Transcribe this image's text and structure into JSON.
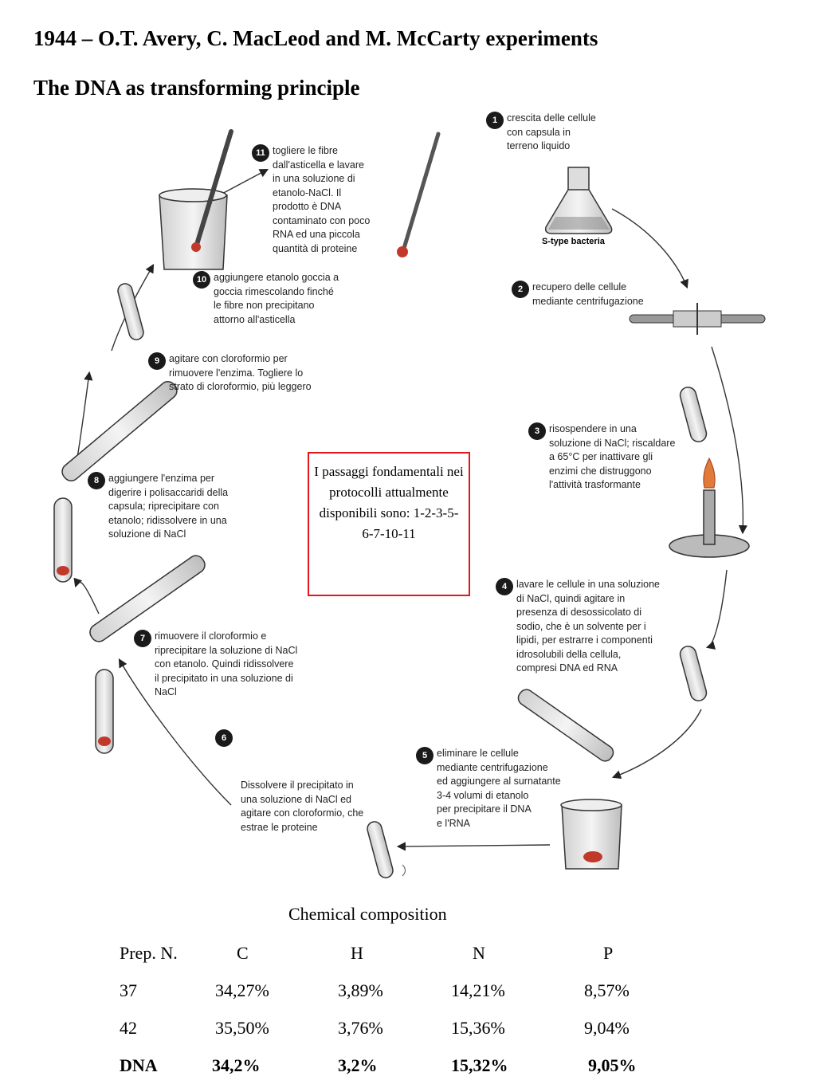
{
  "title_line1": "1944 – O.T. Avery, C. MacLeod and M. McCarty experiments",
  "title_line2": "The DNA as transforming principle",
  "steps": [
    {
      "num": "1",
      "text": "crescita delle cellule\ncon capsula in\nterreno liquido"
    },
    {
      "num": "2",
      "text": "recupero delle cellule\nmediante centrifugazione"
    },
    {
      "num": "3",
      "text": "risospendere in una\nsoluzione di NaCl; riscaldare\na 65°C per inattivare gli\nenzimi che distruggono\nl'attività trasformante"
    },
    {
      "num": "4",
      "text": "lavare le cellule in una soluzione\ndi NaCl, quindi agitare in\npresenza di desossicolato di\nsodio, che è un solvente per i\nlipidi, per estrarre i componenti\nidrosolubili della cellula,\ncompresi DNA ed RNA"
    },
    {
      "num": "5",
      "text": "eliminare le cellule\nmediante centrifugazione\ned aggiungere al surnatante\n3-4 volumi di etanolo\nper precipitare il DNA\ne l'RNA"
    },
    {
      "num": "6",
      "text": "Dissolvere il precipitato in\nuna soluzione di NaCl ed\nagitare con cloroformio, che\nestrae le proteine"
    },
    {
      "num": "7",
      "text": "rimuovere il cloroformio e\nriprecipitare la soluzione di NaCl\ncon etanolo. Quindi ridissolvere\nil precipitato in una soluzione di\nNaCl"
    },
    {
      "num": "8",
      "text": "aggiungere l'enzima per\ndigerire i polisaccaridi della\ncapsula; riprecipitare con\netanolo; ridissolvere in una\nsoluzione di NaCl"
    },
    {
      "num": "9",
      "text": "agitare con cloroformio per\nrimuovere l'enzima. Togliere lo\nstrato di cloroformio, più leggero"
    },
    {
      "num": "10",
      "text": "aggiungere etanolo goccia a\ngoccia rimescolando finché\nle fibre non precipitano\nattorno all'asticella"
    },
    {
      "num": "11",
      "text": "togliere le fibre\ndall'asticella e lavare\nin una soluzione di\netanolo-NaCl. Il\nprodotto è DNA\ncontaminato con poco\nRNA ed una piccola\nquantità di proteine"
    }
  ],
  "flask_label": "S-type bacteria",
  "box_text": "I passaggi fondamentali nei protocolli attualmente disponibili sono: 1-2-3-5-6-7-10-11",
  "table": {
    "title": "Chemical composition",
    "header": [
      "Prep. N.",
      "C",
      "H",
      "N",
      "P"
    ],
    "rows": [
      [
        "37",
        "34,27%",
        "3,89%",
        "14,21%",
        "8,57%"
      ],
      [
        "42",
        "35,50%",
        "3,76%",
        "15,36%",
        "9,04%"
      ],
      [
        "DNA",
        "34,2%",
        "3,2%",
        "15,32%",
        "9,05%"
      ]
    ]
  },
  "colors": {
    "box_border": "#e3161b",
    "precipitate": "#c0392b",
    "step_circle": "#1a1a1a"
  }
}
